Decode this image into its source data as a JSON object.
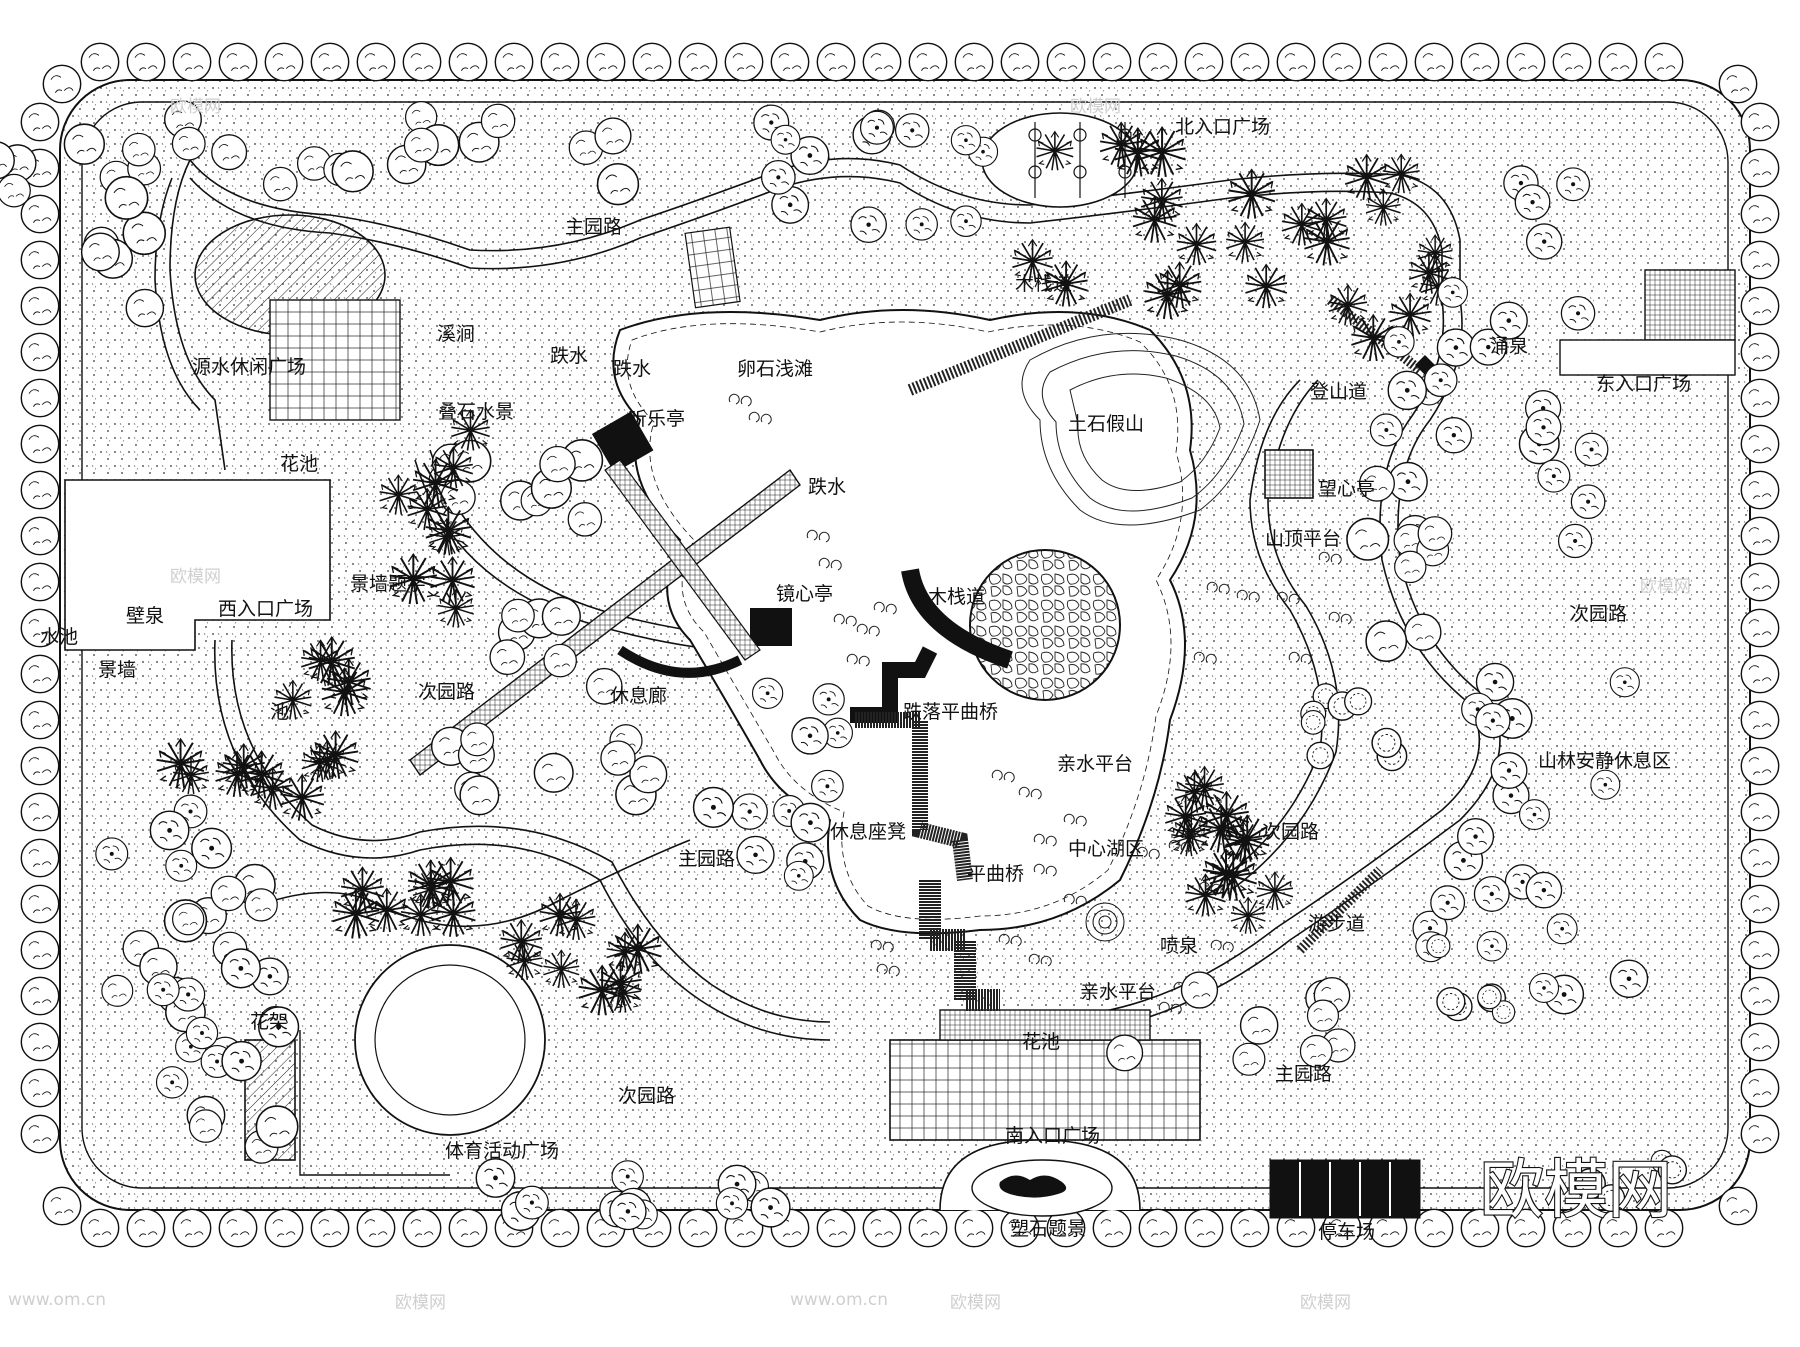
{
  "plan": {
    "labels": {
      "north_entry": "北入口广场",
      "main_path_n": "主园路",
      "stream": "溪涧",
      "yuanshui": "源水休闲广场",
      "stepping_1": "跌水",
      "stepping_2": "跌水",
      "pebble_beach": "卵石浅滩",
      "rock_water": "叠石水景",
      "tingle_pavilion": "听乐亭",
      "flower_bed": "花池",
      "stepping_3": "跌水",
      "wall_inscription": "景墙题字",
      "wall_fountain": "壁泉",
      "west_entry": "西入口广场",
      "pool": "水池",
      "landscape_wall": "景墙",
      "mirror_pavilion": "镜心亭",
      "plank_road": "木栈道",
      "secondary_path_w": "次园路",
      "rest_corridor": "休息廊",
      "pond_small": "池",
      "cascade_bridge": "跌落平曲桥",
      "earth_rock_hill": "土石假山",
      "gazing_pavilion": "望心亭",
      "hilltop_platform": "山顶平台",
      "mountain_path": "登山道",
      "spring": "涌泉",
      "east_entry": "东入口广场",
      "secondary_path_e": "次园路",
      "plank_path_n": "木栈道",
      "quiet_area": "山林安静休息区",
      "waterside_platform_n": "亲水平台",
      "central_lake": "中心湖区",
      "rest_bench": "休息座凳",
      "main_path_s": "主园路",
      "flat_bridge": "平曲桥",
      "fountain": "喷泉",
      "waterside_platform_s": "亲水平台",
      "trail": "游步道",
      "secondary_path_se": "次园路",
      "main_path_se": "主园路",
      "flower_pond": "花池",
      "south_entry": "南入口广场",
      "sculpture_rock": "塑石题景",
      "parking": "停车场",
      "flower_rack": "花架",
      "secondary_path_s": "次园路",
      "sports_plaza": "体育活动广场"
    },
    "brand_mark": "欧模网",
    "watermarks": [
      "欧模网",
      "欧模网",
      "欧模网",
      "欧模网",
      "www.om.cn",
      "欧模网",
      "www.om.cn",
      "欧模网",
      "欧模网"
    ]
  },
  "colors": {
    "ink": "#111111",
    "paper": "#ffffff",
    "watermark": "#cfcfcf"
  }
}
